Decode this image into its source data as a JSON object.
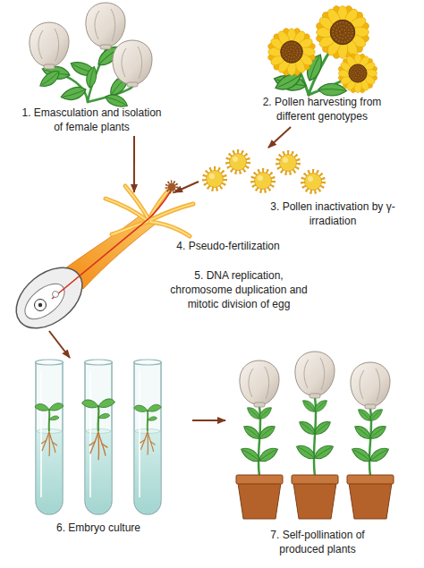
{
  "diagram": {
    "nodes": [
      {
        "text": [
          "1. Emasculation and isolation of female plants"
        ]
      },
      {
        "text": [
          "2. Pollen harvesting from different genotypes"
        ]
      },
      {
        "text": [
          "3. Pollen inactivation by γ-irradiation"
        ]
      },
      {
        "text": [
          "4. Pseudo-fertilization"
        ]
      },
      {
        "text": [
          "5. DNA replication, chromosome duplication and mitotic division of egg"
        ]
      },
      {
        "text": [
          "6. Embryo culture"
        ]
      },
      {
        "text": [
          "7. Self-pollination of produced plants"
        ]
      }
    ],
    "edges": [
      {
        "from": 0,
        "to": 3,
        "arrow": "to"
      },
      {
        "from": 1,
        "to": 2,
        "arrow": "to"
      },
      {
        "from": 2,
        "to": 3,
        "arrow": "to"
      },
      {
        "from": 4,
        "to": 5,
        "arrow": "to"
      },
      {
        "from": 5,
        "to": 6,
        "arrow": "to"
      }
    ]
  }
}
